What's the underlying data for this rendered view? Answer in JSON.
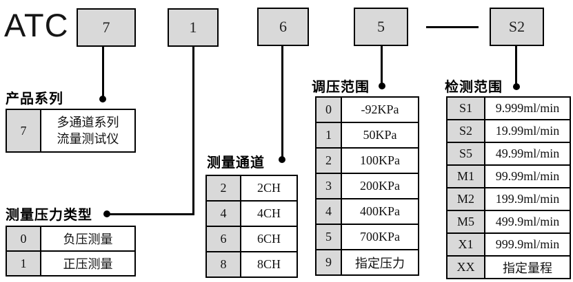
{
  "product_code": {
    "prefix": "ATC",
    "segments": [
      "7",
      "1",
      "6",
      "5",
      "S2"
    ],
    "separator": "—"
  },
  "colors": {
    "box_fill": "#d9d9d9",
    "border": "#000000",
    "background": "#ffffff"
  },
  "sections": {
    "series": {
      "label": "产品系列",
      "rows": [
        {
          "key": "7",
          "value_line1": "多通道系列",
          "value_line2": "流量测试仪"
        }
      ]
    },
    "pressure_type": {
      "label": "测量压力类型",
      "rows": [
        {
          "key": "0",
          "value": "负压测量"
        },
        {
          "key": "1",
          "value": "正压测量"
        }
      ]
    },
    "channels": {
      "label": "测量通道",
      "rows": [
        {
          "key": "2",
          "value": "2CH"
        },
        {
          "key": "4",
          "value": "4CH"
        },
        {
          "key": "6",
          "value": "6CH"
        },
        {
          "key": "8",
          "value": "8CH"
        }
      ]
    },
    "pressure_range": {
      "label": "调压范围",
      "rows": [
        {
          "key": "0",
          "value": "-92KPa"
        },
        {
          "key": "1",
          "value": "50KPa"
        },
        {
          "key": "2",
          "value": "100KPa"
        },
        {
          "key": "3",
          "value": "200KPa"
        },
        {
          "key": "4",
          "value": "400KPa"
        },
        {
          "key": "5",
          "value": "700KPa"
        },
        {
          "key": "9",
          "value": "指定压力"
        }
      ]
    },
    "detection_range": {
      "label": "检测范围",
      "rows": [
        {
          "key": "S1",
          "value": "9.999ml/min"
        },
        {
          "key": "S2",
          "value": "19.99ml/min"
        },
        {
          "key": "S5",
          "value": "49.99ml/min"
        },
        {
          "key": "M1",
          "value": "99.99ml/min"
        },
        {
          "key": "M2",
          "value": "199.9ml/min"
        },
        {
          "key": "M5",
          "value": "499.9ml/min"
        },
        {
          "key": "X1",
          "value": "999.9ml/min"
        },
        {
          "key": "XX",
          "value": "指定量程"
        }
      ]
    }
  }
}
